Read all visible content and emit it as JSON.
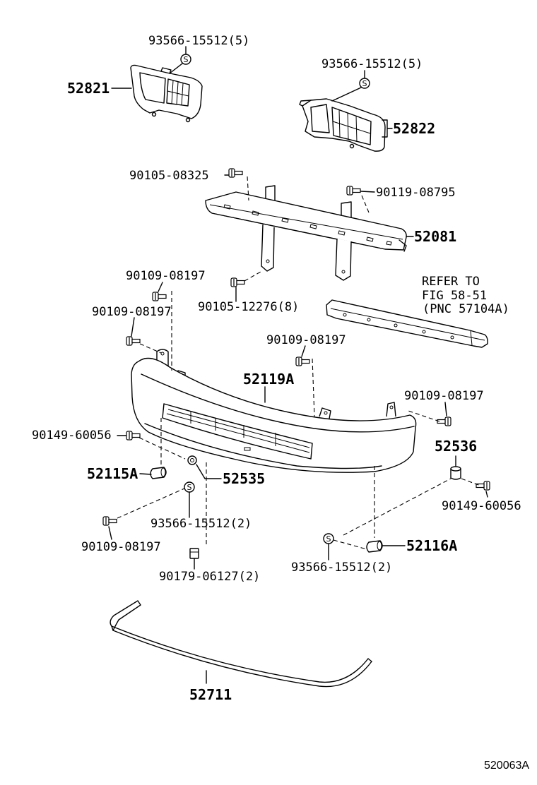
{
  "diagram_code": "520063A",
  "symbol": "S",
  "parts": {
    "grille_left": "52821",
    "grille_right": "52822",
    "reinforcement": "52081",
    "bumper_cover": "52119A",
    "retainer_right_lower": "52536",
    "retainer_left": "52115A",
    "retainer_left_lower": "52535",
    "retainer_right": "52116A",
    "lower_strip": "52711"
  },
  "fasteners": {
    "clip_grille_left": "93566-15512(5)",
    "clip_grille_right": "93566-15512(5)",
    "bolt_reinf_left": "90105-08325",
    "bolt_reinf_right": "90119-08795",
    "screw_upper_left_a": "90109-08197",
    "bolt_reinf_lower": "90105-12276(8)",
    "screw_upper_left_b": "90109-08197",
    "screw_center": "90109-08197",
    "screw_right": "90109-08197",
    "screw_side_left": "90149-60056",
    "clip_lower_left": "93566-15512(2)",
    "screw_side_right": "90149-60056",
    "screw_lower_left": "90109-08197",
    "clip_lower_right": "93566-15512(2)",
    "nut_lower": "90179-06127(2)"
  },
  "reference_note": {
    "line1": "REFER TO",
    "line2": "FIG 58-51",
    "line3": "(PNC 57104A)"
  },
  "colors": {
    "ink": "#000000",
    "paper": "#ffffff"
  }
}
